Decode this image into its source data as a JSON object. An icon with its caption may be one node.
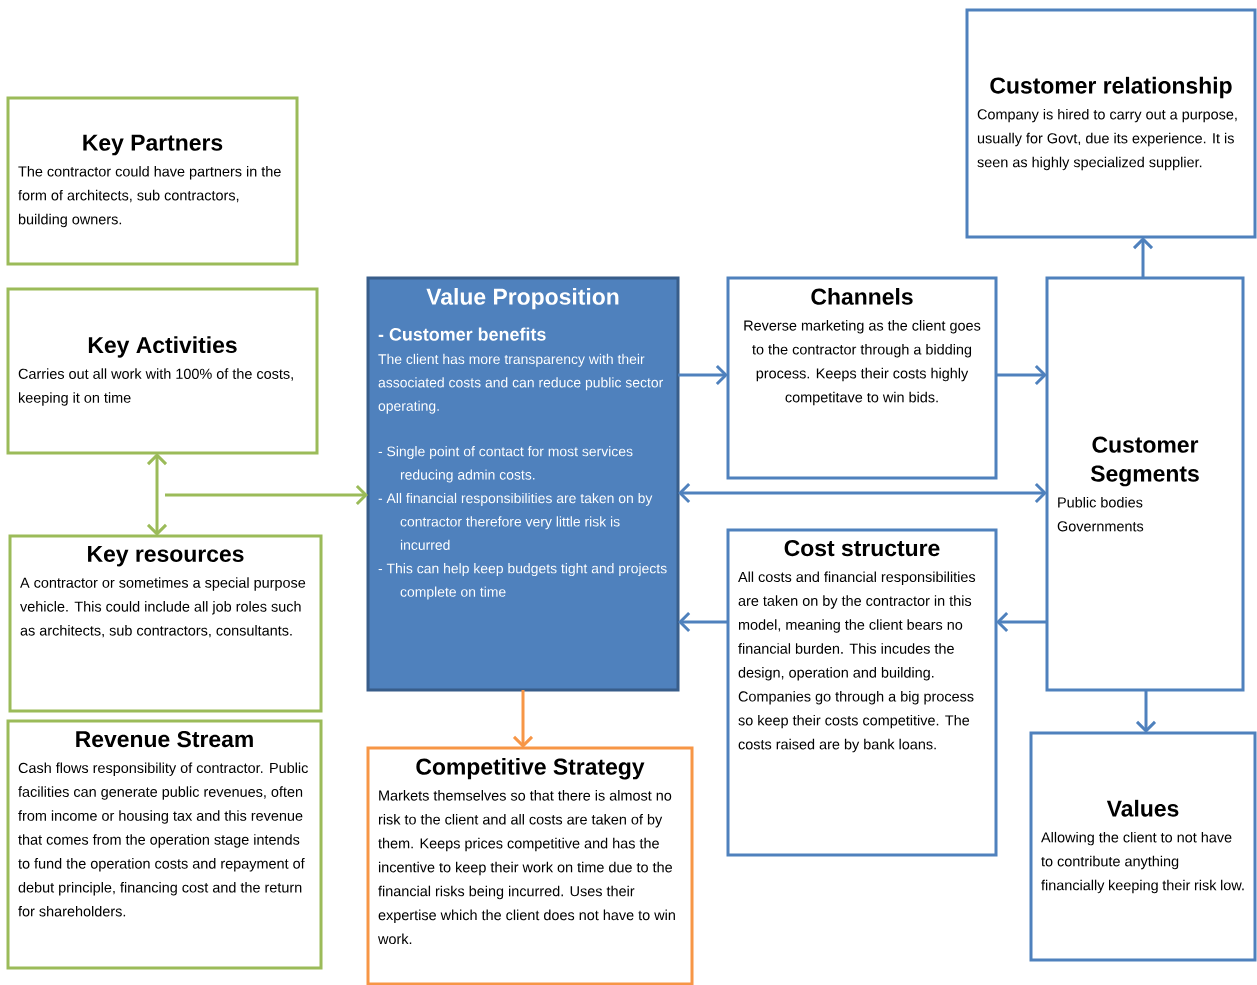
{
  "diagram": {
    "nodes": [
      {
        "text": [
          "Key Partners",
          "The contractor could have partners in the form of architects, sub contractors, building owners."
        ]
      },
      {
        "text": [
          "Key Activities",
          "Carries out all work with 100% of the costs, keeping it on time"
        ]
      },
      {
        "text": [
          "Key resources",
          "A contractor or sometimes a special purpose vehicle. This could include all job roles such as architects, sub contractors, consultants."
        ]
      },
      {
        "text": [
          "Revenue Stream",
          "Cash flows responsibility of contractor. Public facilities can generate public revenues, often from income or housing tax and this revenue that comes from the operation stage intends to fund the operation costs and repayment of debut principle, financing cost and the return for shareholders."
        ]
      },
      {
        "text": [
          "Value Proposition",
          "- Customer benefits",
          "The client has more transparency with their associated costs and can reduce public sector operating.",
          "- Single point of contact for most services reducing admin costs.",
          "- All financial responsibilities are taken on by contractor therefore very little risk is incurred",
          "- This can help keep budgets tight and projects complete on time"
        ]
      },
      {
        "text": [
          "Competitive Strategy",
          "Markets themselves so that there is almost no risk to the client and all costs are taken of by them. Keeps prices competitive and has the incentive to keep their work on time due to the financial risks being incurred. Uses their expertise which the client does not have to win work."
        ]
      },
      {
        "text": [
          "Channels",
          "Reverse marketing as the client goes to the contractor through a bidding process. Keeps their costs highly competitave to win bids."
        ]
      },
      {
        "text": [
          "Cost structure",
          "All costs and financial responsibilities are taken on by the contractor in this model, meaning the client bears no financial burden. This incudes the design, operation and building. Companies go through a big process so keep their costs competitive. The costs raised are by bank loans."
        ]
      },
      {
        "text": [
          "Customer Segments",
          "Public bodies",
          "Governments"
        ]
      },
      {
        "text": [
          "Customer relationship",
          "Company is hired to carry out a purpose, usually for Govt, due its experience. It is seen as highly specialized supplier."
        ]
      },
      {
        "text": [
          "Values",
          "Allowing the client to not have to contribute anything financially keeping their risk low."
        ]
      }
    ],
    "edges": [
      {
        "from": 1,
        "to": 2,
        "arrow": "both",
        "color": "#9bbb59"
      },
      {
        "from": null,
        "to": 4,
        "arrow": "to",
        "color": "#9bbb59"
      },
      {
        "from": 4,
        "to": 6,
        "arrow": "to"
      },
      {
        "from": 6,
        "to": 8,
        "arrow": "to"
      },
      {
        "from": 4,
        "to": 8,
        "arrow": "both"
      },
      {
        "from": 8,
        "to": 7,
        "arrow": "to"
      },
      {
        "from": 7,
        "to": 4,
        "arrow": "to"
      },
      {
        "from": 8,
        "to": 9,
        "arrow": "to"
      },
      {
        "from": 8,
        "to": 10,
        "arrow": "to"
      },
      {
        "from": 4,
        "to": 5,
        "arrow": "to",
        "color": "#f79646"
      }
    ]
  }
}
